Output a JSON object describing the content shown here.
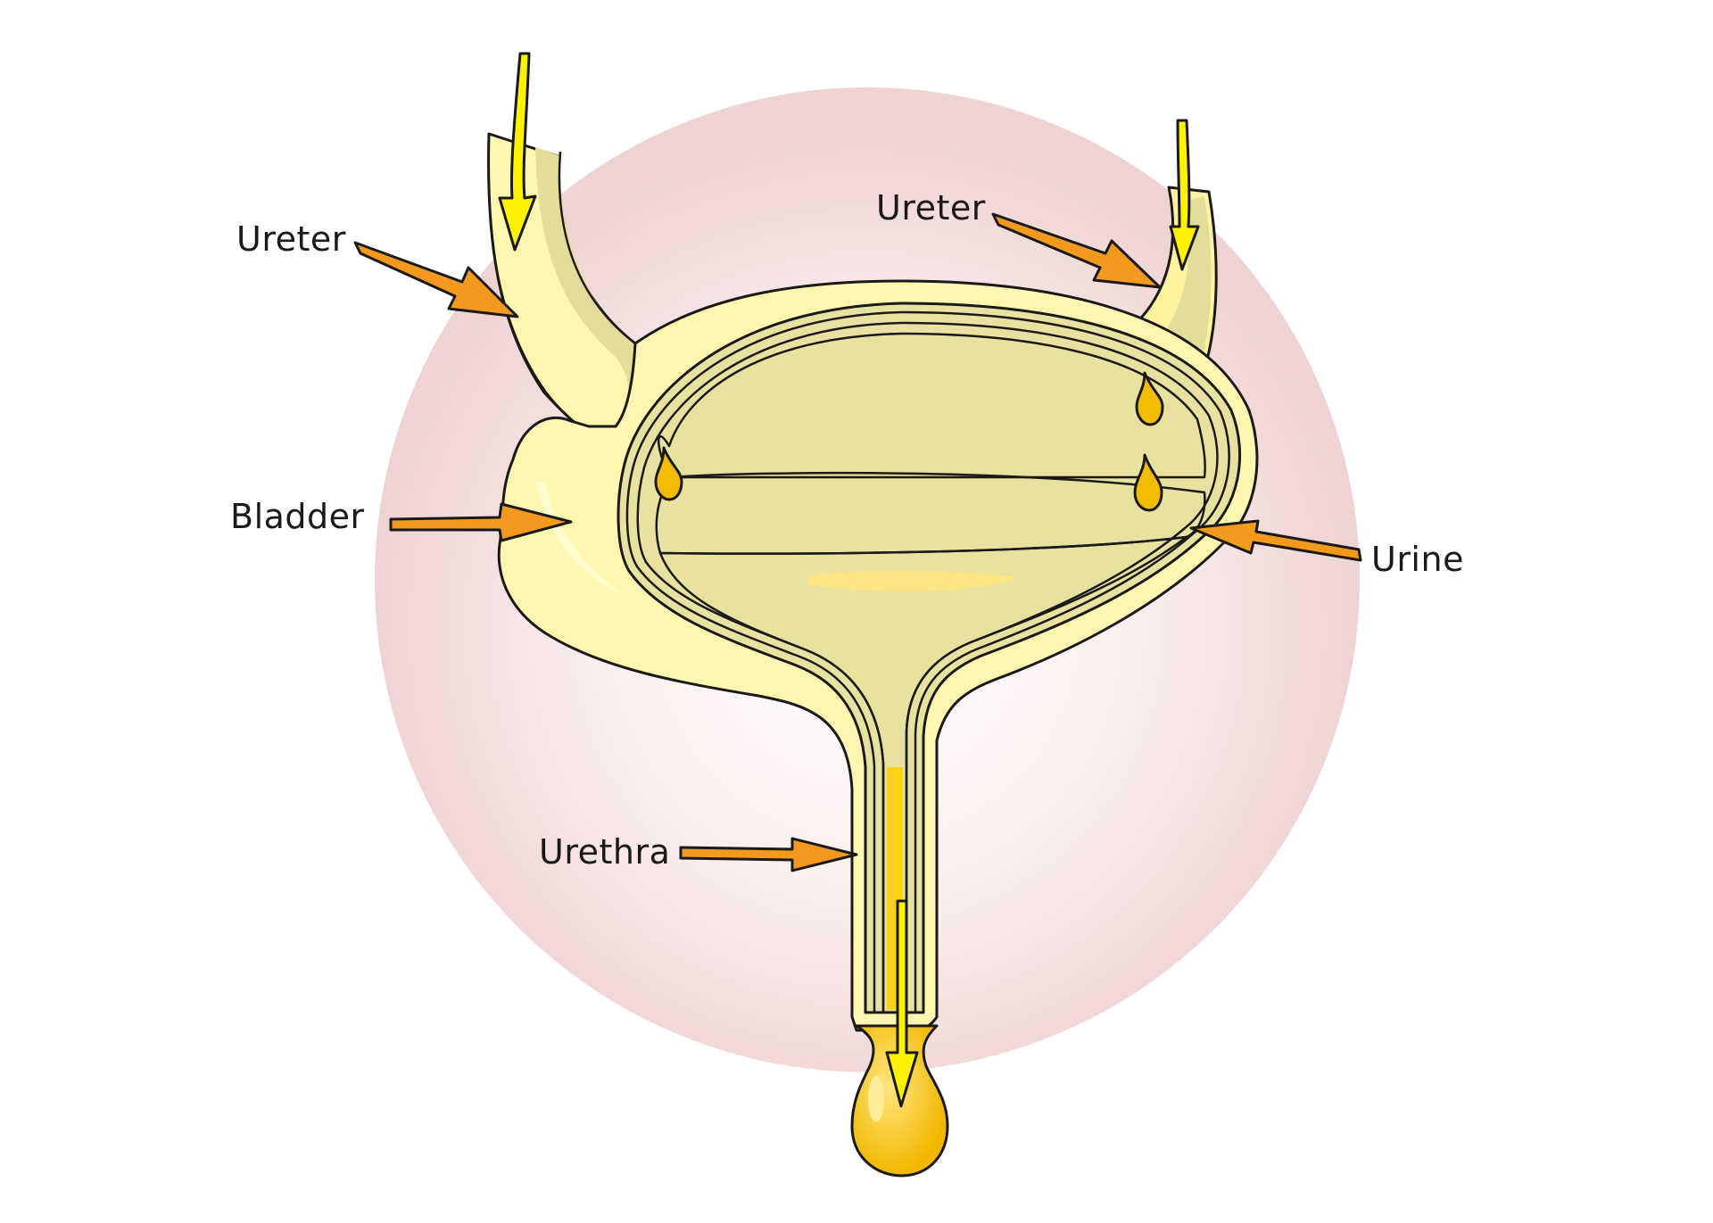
{
  "labels": {
    "ureter_left": "Ureter",
    "ureter_right": "Ureter",
    "bladder": "Bladder",
    "urine": "Urine",
    "urethra": "Urethra"
  },
  "colors": {
    "background_circle": "#f0d6d6",
    "wall_light": "#fff4a8",
    "wall_mid": "#e8e2a0",
    "air_space": "#b9b27a",
    "urine_surface": "#e2b600",
    "urine_body": "#ffd21a",
    "arrow_label": "#f39a1e",
    "arrow_flow": "#fff200"
  }
}
